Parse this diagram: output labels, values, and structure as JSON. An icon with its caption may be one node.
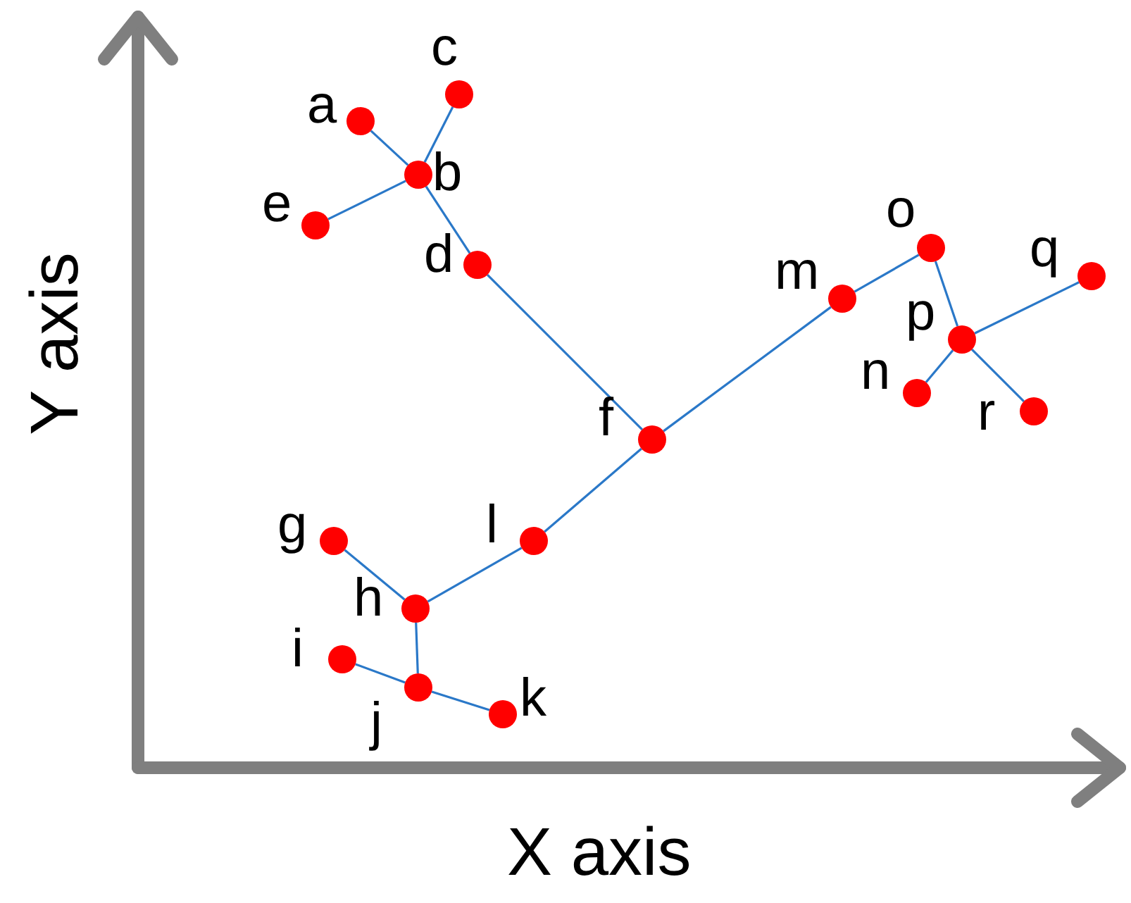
{
  "diagram": {
    "nodes": [
      {
        "text": [],
        "shape": "circle",
        "beside": [
          "c"
        ]
      },
      {
        "text": [],
        "shape": "circle",
        "beside": [
          "a"
        ]
      },
      {
        "text": [],
        "shape": "circle",
        "beside": [
          "b"
        ]
      },
      {
        "text": [],
        "shape": "circle",
        "beside": [
          "e"
        ]
      },
      {
        "text": [],
        "shape": "circle",
        "beside": [
          "o"
        ]
      },
      {
        "text": [],
        "shape": "circle",
        "beside": [
          "d"
        ]
      },
      {
        "text": [],
        "shape": "circle",
        "beside": [
          "q"
        ]
      },
      {
        "text": [],
        "shape": "circle",
        "beside": [
          "m"
        ]
      },
      {
        "text": [],
        "shape": "circle",
        "beside": [
          "p"
        ]
      },
      {
        "text": [],
        "shape": "circle",
        "beside": [
          "n"
        ]
      },
      {
        "text": [],
        "shape": "circle",
        "beside": [
          "r"
        ]
      },
      {
        "text": [],
        "shape": "circle",
        "beside": [
          "f"
        ]
      },
      {
        "text": [],
        "shape": "circle",
        "beside": [
          "g"
        ]
      },
      {
        "text": [],
        "shape": "circle",
        "beside": [
          "l"
        ]
      },
      {
        "text": [],
        "shape": "circle",
        "beside": [
          "h"
        ]
      },
      {
        "text": [],
        "shape": "circle",
        "beside": [
          "i"
        ]
      },
      {
        "text": [],
        "shape": "circle",
        "beside": [
          "j"
        ]
      },
      {
        "text": [],
        "shape": "circle",
        "beside": [
          "k"
        ]
      }
    ],
    "edges": [
      {
        "from": 1,
        "to": 2,
        "arrow": "none"
      },
      {
        "from": 0,
        "to": 2,
        "arrow": "none"
      },
      {
        "from": 3,
        "to": 2,
        "arrow": "none"
      },
      {
        "from": 2,
        "to": 5,
        "arrow": "none"
      },
      {
        "from": 5,
        "to": 11,
        "arrow": "none"
      },
      {
        "from": 11,
        "to": 7,
        "arrow": "none"
      },
      {
        "from": 7,
        "to": 4,
        "arrow": "none"
      },
      {
        "from": 4,
        "to": 8,
        "arrow": "none"
      },
      {
        "from": 8,
        "to": 6,
        "arrow": "none"
      },
      {
        "from": 8,
        "to": 9,
        "arrow": "none"
      },
      {
        "from": 8,
        "to": 10,
        "arrow": "none"
      },
      {
        "from": 11,
        "to": 13,
        "arrow": "none"
      },
      {
        "from": 13,
        "to": 14,
        "arrow": "none"
      },
      {
        "from": 12,
        "to": 14,
        "arrow": "none"
      },
      {
        "from": 14,
        "to": 16,
        "arrow": "none"
      },
      {
        "from": 15,
        "to": 16,
        "arrow": "none"
      },
      {
        "from": 16,
        "to": 17,
        "arrow": "none"
      }
    ],
    "labels": [
      "Y axis",
      "X axis"
    ]
  }
}
